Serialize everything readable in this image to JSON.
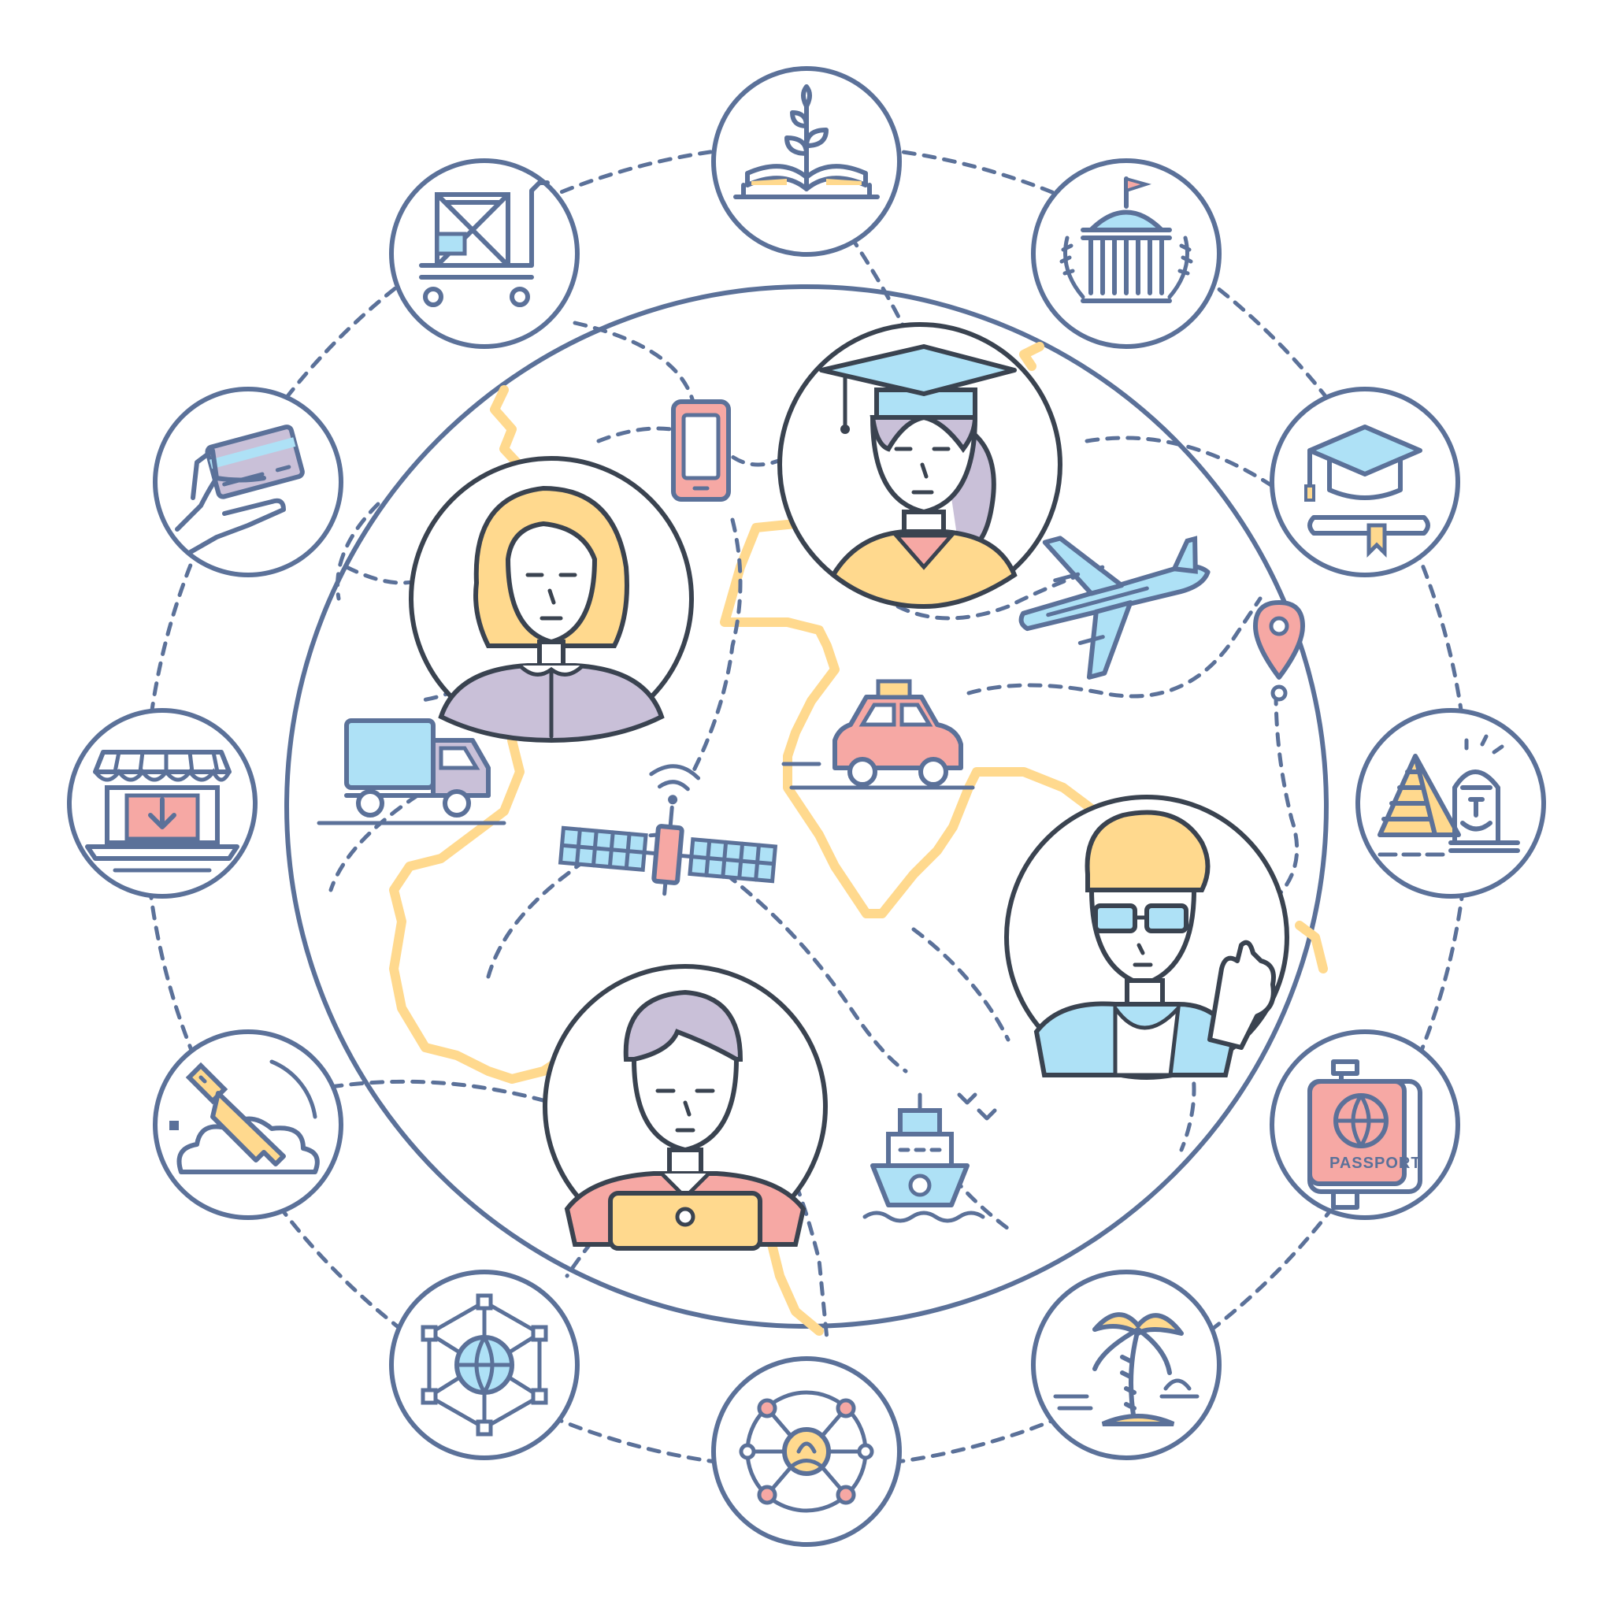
{
  "colors": {
    "outline_blue": "#5B7199",
    "dark_outline": "#3A4350",
    "accent_yellow": "#FFD98E",
    "accent_pink": "#F6A8A4",
    "accent_lightblue": "#AEE1F6",
    "accent_lavender": "#C9C0D8",
    "background": "#FFFFFF"
  },
  "passport_label": "PASSPORT",
  "outer_icons": [
    {
      "name": "book-plant-icon"
    },
    {
      "name": "university-icon"
    },
    {
      "name": "graduation-diploma-icon"
    },
    {
      "name": "pyramid-sphinx-icon"
    },
    {
      "name": "passport-icon"
    },
    {
      "name": "palm-island-icon"
    },
    {
      "name": "network-user-icon"
    },
    {
      "name": "globe-network-icon"
    },
    {
      "name": "cloud-key-icon"
    },
    {
      "name": "online-shop-icon"
    },
    {
      "name": "credit-card-hand-icon"
    },
    {
      "name": "cart-box-icon"
    }
  ],
  "people": [
    {
      "name": "woman-avatar"
    },
    {
      "name": "graduate-avatar"
    },
    {
      "name": "man-glasses-avatar"
    },
    {
      "name": "man-laptop-avatar"
    }
  ],
  "map_items": [
    {
      "name": "smartphone-icon"
    },
    {
      "name": "airplane-icon"
    },
    {
      "name": "location-pin-icon"
    },
    {
      "name": "taxi-icon"
    },
    {
      "name": "truck-icon"
    },
    {
      "name": "satellite-icon"
    },
    {
      "name": "ship-icon"
    }
  ]
}
